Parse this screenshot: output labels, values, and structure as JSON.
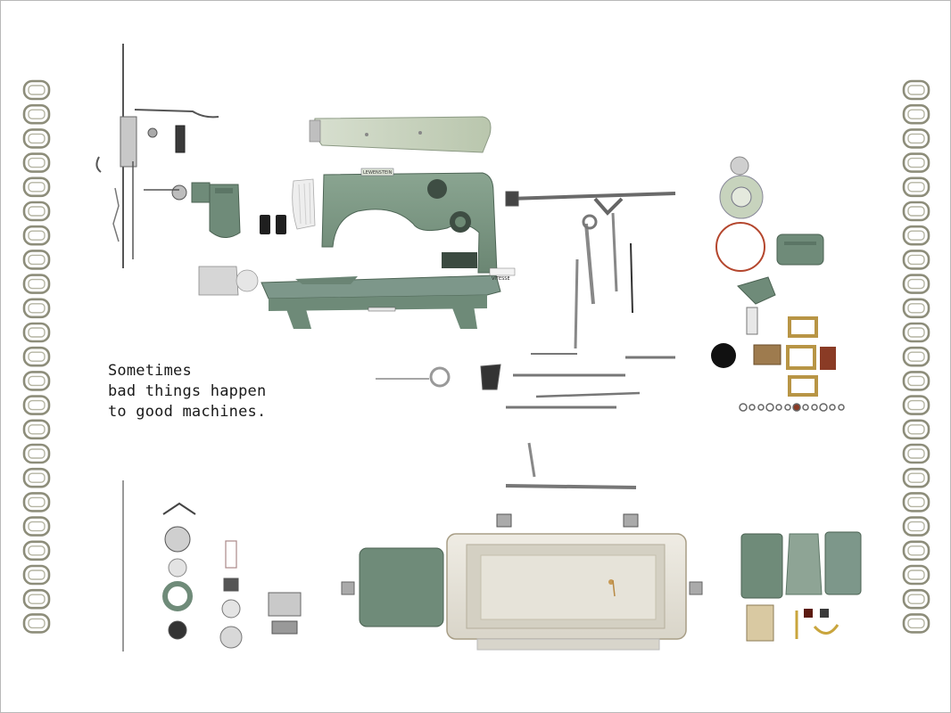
{
  "tagline": {
    "line1": "Sometimes",
    "line2": "bad things happen",
    "line3": "to good machines."
  },
  "machine_labels": {
    "brand_plate": "LEWENSTEIN",
    "badge": "VITESSE"
  },
  "colors": {
    "machine_green": "#7f9a86",
    "machine_green_dark": "#5f7a67",
    "light_green": "#c9d4bf",
    "metal": "#9a9a9a",
    "metal_dark": "#555555",
    "case_white": "#e9e6dc",
    "case_interior": "#d6d2c6",
    "brass": "#b89545",
    "belt_red": "#b4462d"
  }
}
